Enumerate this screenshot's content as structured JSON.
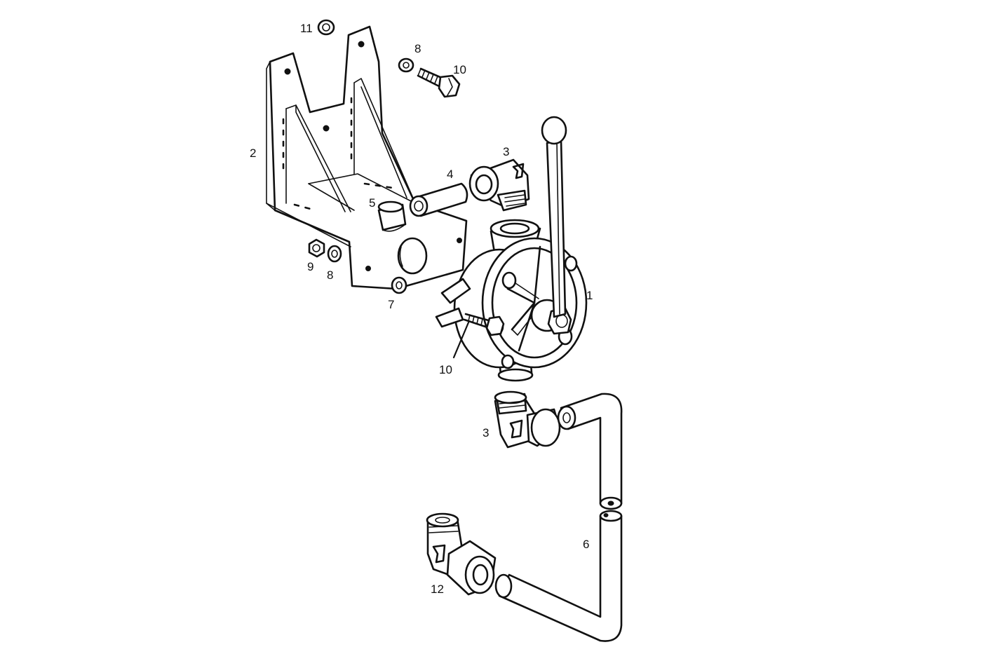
{
  "labels": {
    "l1": "1",
    "l2": "2",
    "l3a": "3",
    "l3b": "3",
    "l4": "4",
    "l5": "5",
    "l6": "6",
    "l7": "7",
    "l8a": "8",
    "l8b": "8",
    "l9": "9",
    "l10a": "10",
    "l10b": "10",
    "l11": "11",
    "l12": "12"
  }
}
